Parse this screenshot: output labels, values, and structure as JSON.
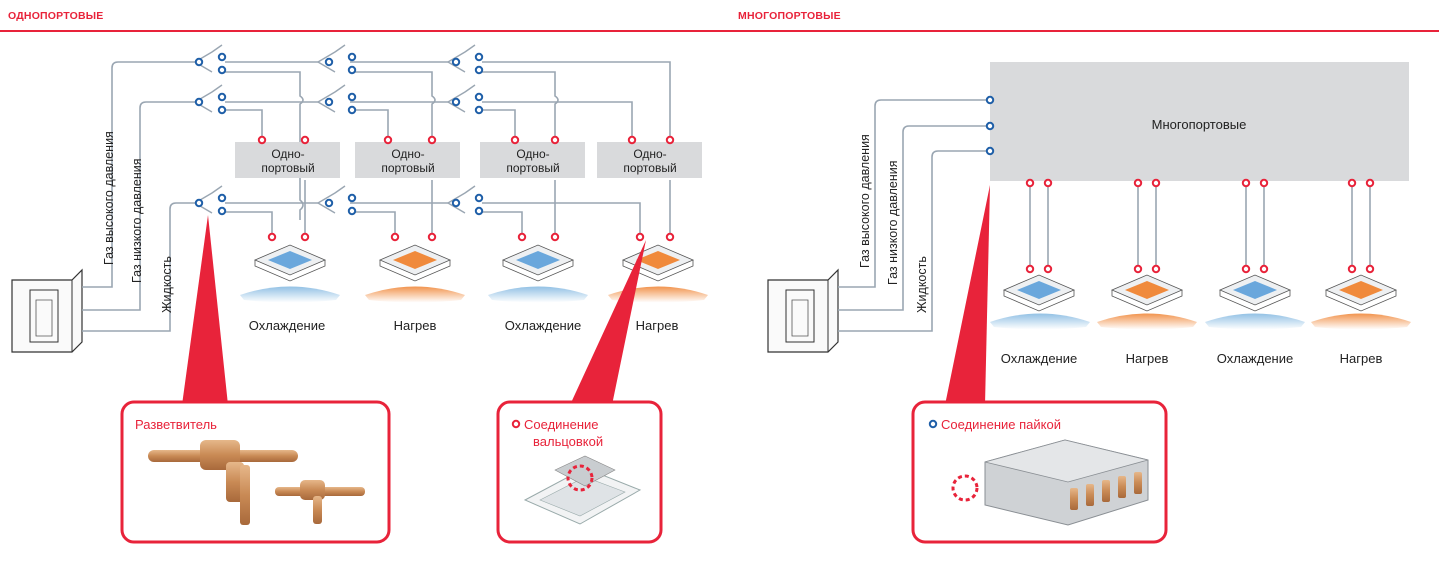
{
  "headers": {
    "single_port": "ОДНОПОРТОВЫЕ",
    "multi_port": "МНОГОПОРТОВЫЕ"
  },
  "lines": {
    "high_pressure_gas": "Газ высокого давления",
    "low_pressure_gas": "Газ низкого давления",
    "liquid": "Жидкость"
  },
  "single_port_box": {
    "line1": "Одно-",
    "line2": "портовый"
  },
  "multi_port_box": "Многопортовые",
  "modes": {
    "cooling": "Охлаждение",
    "heating": "Нагрев"
  },
  "left_units": [
    "cooling",
    "heating",
    "cooling",
    "heating"
  ],
  "right_units": [
    "cooling",
    "heating",
    "cooling",
    "heating"
  ],
  "callouts": {
    "splitter": "Разветвитель",
    "flare_line1": "Соединение",
    "flare_line2": "вальцовкой",
    "brazed": "Соединение пайкой"
  },
  "colors": {
    "accent": "#e8233a",
    "pipe": "#9aa6b2",
    "brazed_joint": "#1f5fa8",
    "flare_joint": "#e8233a",
    "box_fill": "#d9dadc",
    "cool": "#7fb6e0",
    "heat": "#f0883a"
  }
}
